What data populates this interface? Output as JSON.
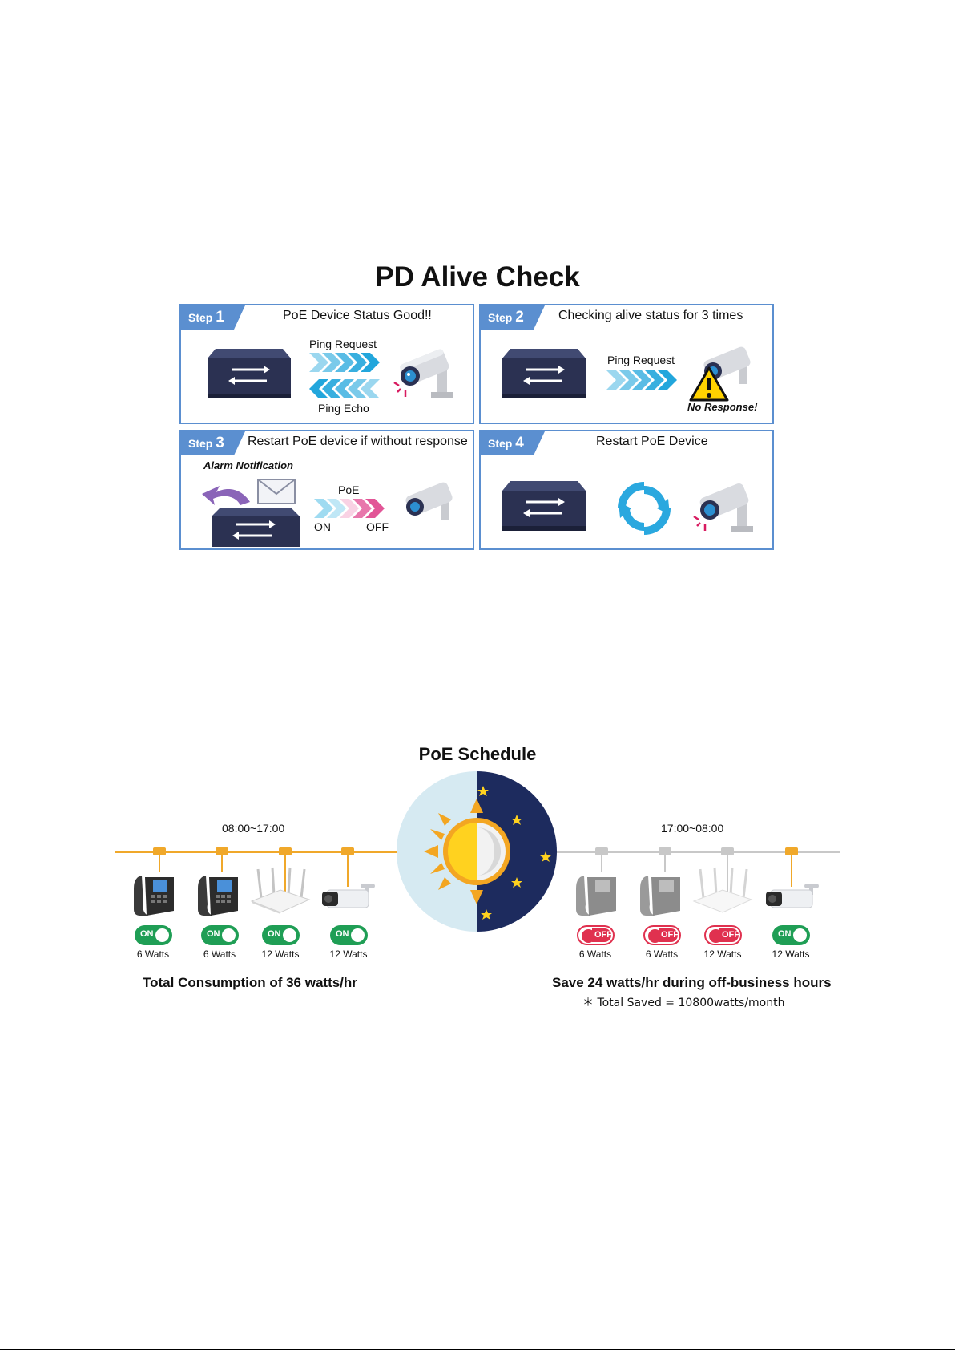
{
  "alive_check": {
    "title": "PD Alive Check",
    "step_word": "Step",
    "steps": [
      {
        "num": "1",
        "title": "PoE Device Status Good!!",
        "ping_request": "Ping Request",
        "ping_echo": "Ping Echo"
      },
      {
        "num": "2",
        "title": "Checking alive status for 3 times",
        "ping_request": "Ping Request",
        "no_response": "No Response!"
      },
      {
        "num": "3",
        "title": "Restart PoE device if without response",
        "alarm": "Alarm Notification",
        "poe": "PoE",
        "on": "ON",
        "off": "OFF"
      },
      {
        "num": "4",
        "title": "Restart PoE Device"
      }
    ]
  },
  "schedule": {
    "title": "PoE Schedule",
    "day": {
      "time": "08:00~17:00",
      "devices": [
        {
          "icon": "phone-icon",
          "state": "ON",
          "watts": "6 Watts"
        },
        {
          "icon": "phone-icon",
          "state": "ON",
          "watts": "6 Watts"
        },
        {
          "icon": "router-icon",
          "state": "ON",
          "watts": "12 Watts"
        },
        {
          "icon": "camera-icon",
          "state": "ON",
          "watts": "12 Watts"
        }
      ],
      "summary": "Total Consumption of 36 watts/hr"
    },
    "night": {
      "time": "17:00~08:00",
      "devices": [
        {
          "icon": "phone-icon",
          "state": "OFF",
          "watts": "6 Watts"
        },
        {
          "icon": "phone-icon",
          "state": "OFF",
          "watts": "6 Watts"
        },
        {
          "icon": "router-icon",
          "state": "OFF",
          "watts": "12 Watts"
        },
        {
          "icon": "camera-icon",
          "state": "ON",
          "watts": "12 Watts"
        }
      ],
      "summary": "Save 24 watts/hr during off-business hours",
      "note": "＊ Total Saved = 10800watts/month"
    }
  },
  "colors": {
    "panel_border": "#5b8fd0",
    "switch": "#2b3152",
    "on": "#1f9e55",
    "off": "#e0314f",
    "day_line": "#f0a82a",
    "night_line": "#c8c8c8",
    "night_sky": "#1d2b5e",
    "day_sky": "#d6eaf2"
  }
}
